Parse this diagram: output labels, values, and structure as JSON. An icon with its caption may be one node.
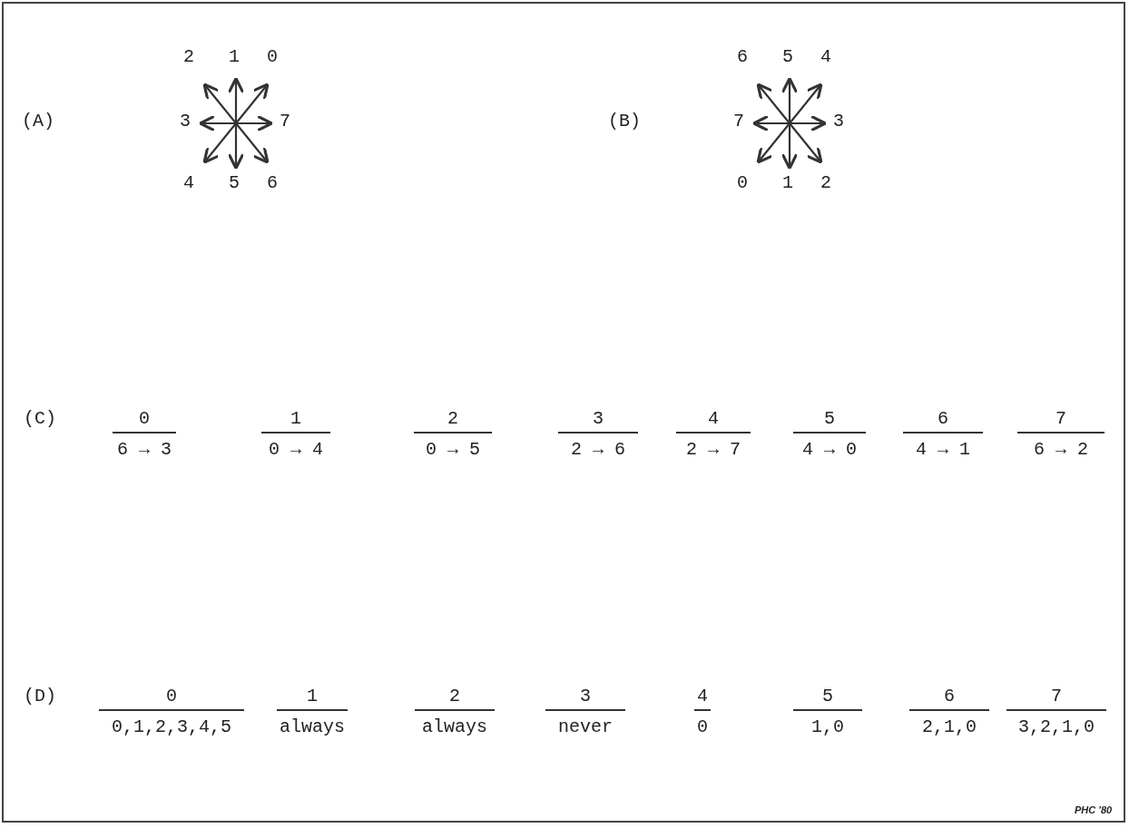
{
  "diagram": {
    "labels": [
      "(A)",
      "2",
      "1",
      "0",
      "3",
      "7",
      "4",
      "5",
      "6",
      "(B)",
      "6",
      "5",
      "4",
      "7",
      "3",
      "0",
      "1",
      "2",
      "(C)",
      "0",
      "1",
      "2",
      "3",
      "4",
      "5",
      "6",
      "7",
      "6 → 3",
      "0 → 4",
      "0 → 5",
      "2 → 6",
      "2 → 7",
      "4 → 0",
      "4 → 1",
      "6 → 2",
      "(D)",
      "0",
      "1",
      "2",
      "3",
      "4",
      "5",
      "6",
      "7",
      "0,1,2,3,4,5",
      "always",
      "always",
      "never",
      "0",
      "1,0",
      "2,1,0",
      "3,2,1,0",
      "PHC '80"
    ]
  }
}
